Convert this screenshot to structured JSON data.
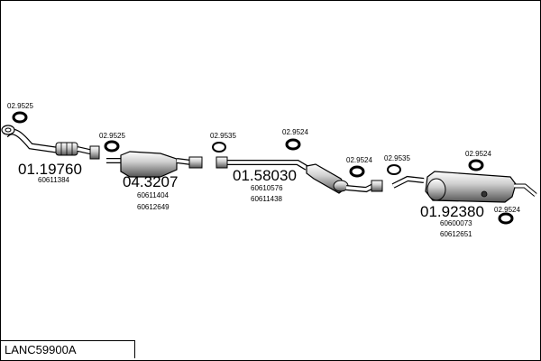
{
  "reference": "LANC59900A",
  "parts": [
    {
      "number": "01.19760",
      "oem": [
        "60611384"
      ]
    },
    {
      "number": "04.3207",
      "oem": [
        "60611404",
        "60612649"
      ]
    },
    {
      "number": "01.58030",
      "oem": [
        "60610576",
        "60611438"
      ]
    },
    {
      "number": "01.92380",
      "oem": [
        "60600073",
        "60612651"
      ]
    }
  ],
  "clamps": [
    "02.9525",
    "02.9525",
    "02.9535",
    "02.9524",
    "02.9524",
    "02.9535",
    "02.9524",
    "02.9524"
  ]
}
